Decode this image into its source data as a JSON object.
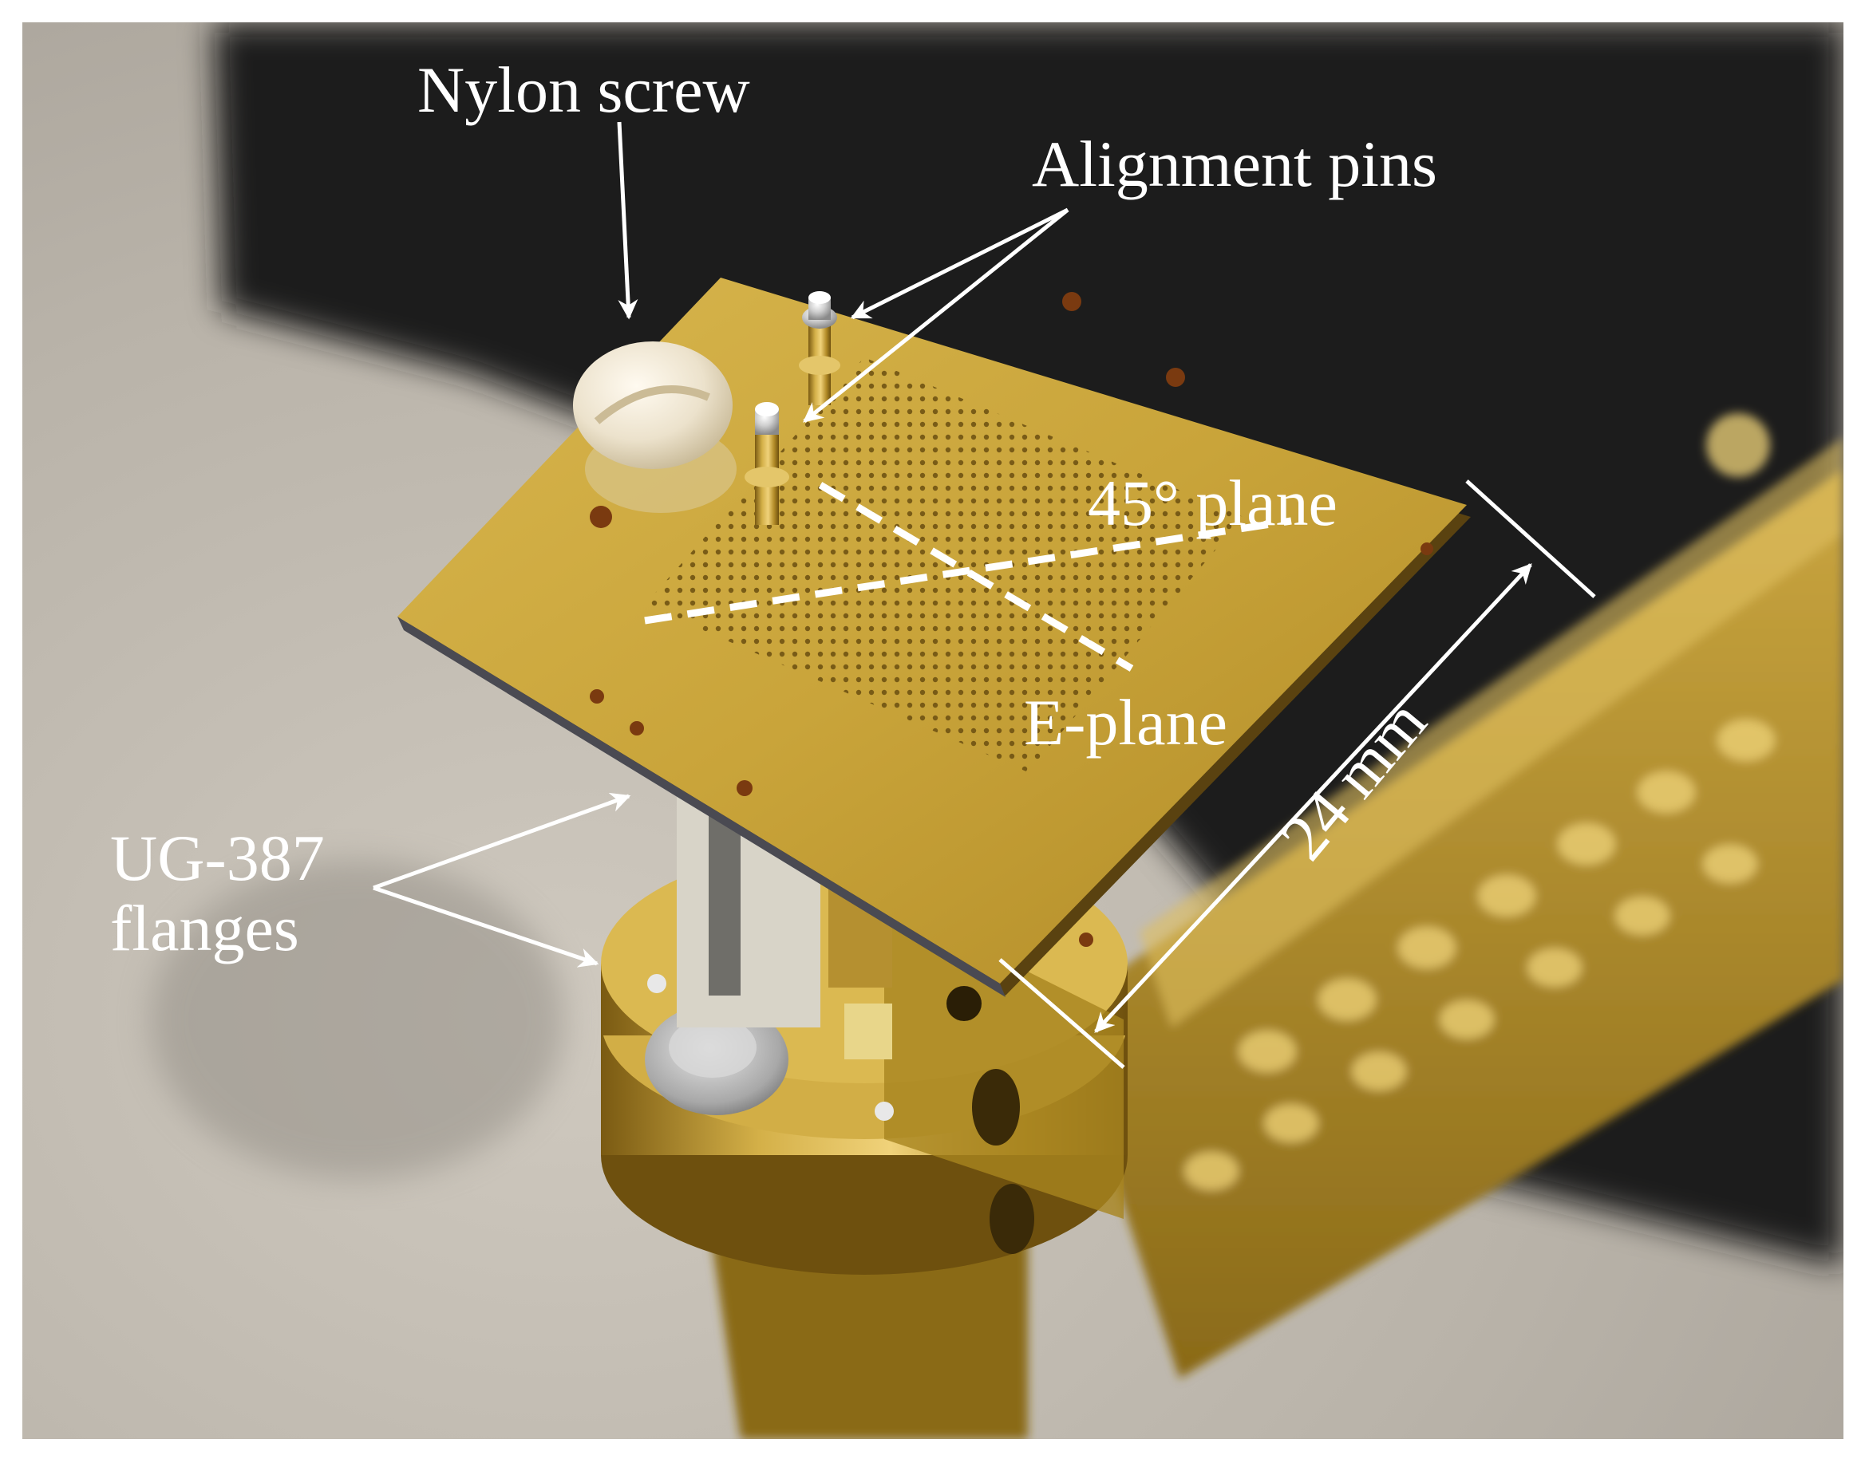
{
  "figure": {
    "labels": {
      "nylon_screw": "Nylon screw",
      "alignment_pins": "Alignment pins",
      "plane_45": "45° plane",
      "e_plane": "E-plane",
      "dimension": "24 mm",
      "flange_line1": "UG-387",
      "flange_line2": "flanges"
    },
    "colors": {
      "gold": "#c9a43a",
      "gold_dark": "#8a6a18",
      "background_dark": "#1c1c1c",
      "background_light": "#c4beb4",
      "annotation": "#ffffff"
    }
  }
}
